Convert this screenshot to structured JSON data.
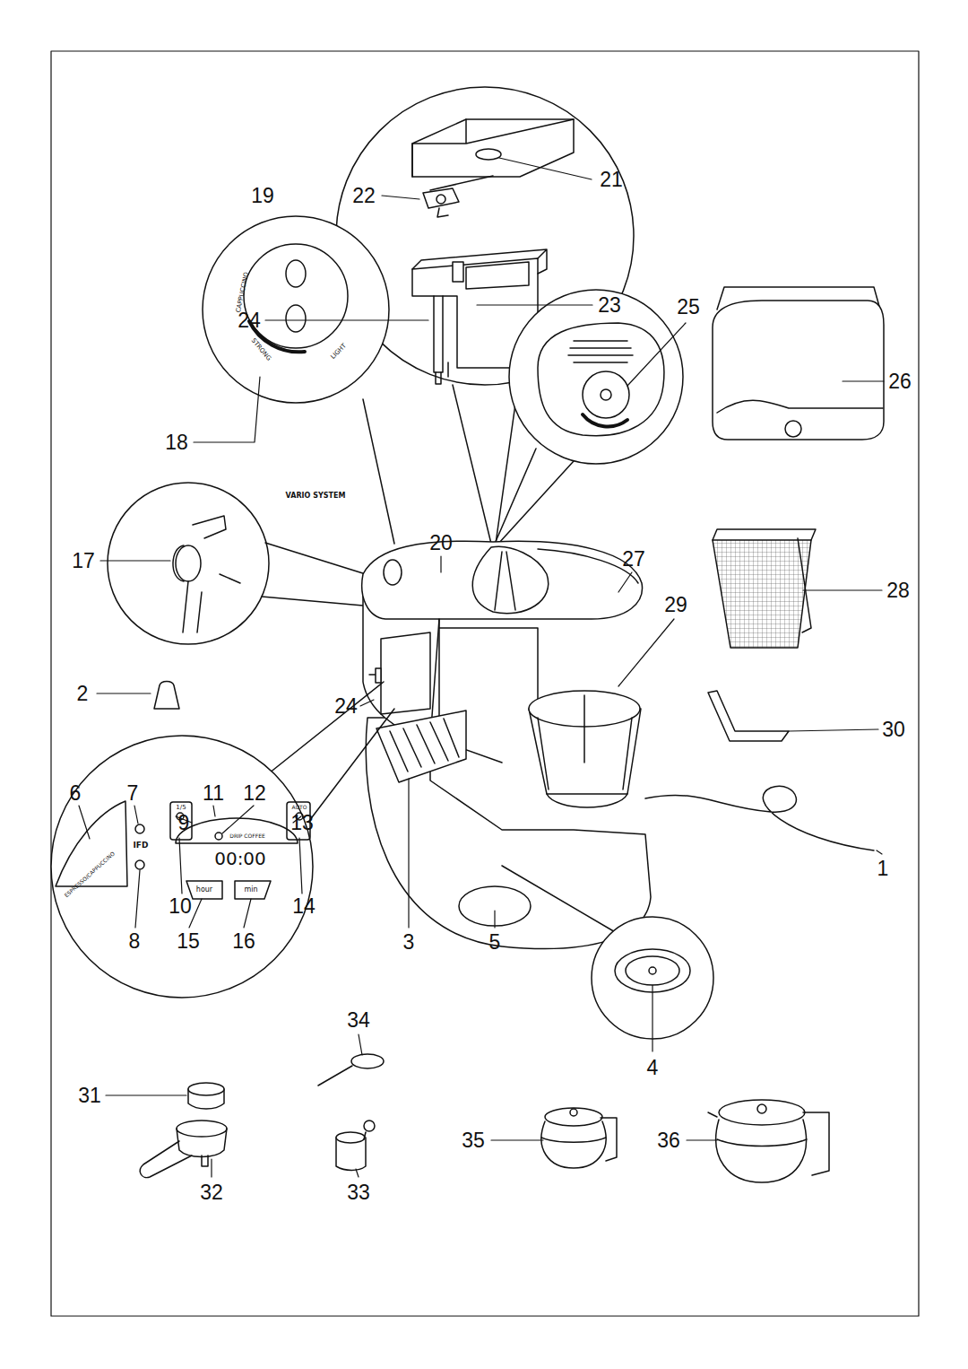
{
  "diagram": {
    "labels": [
      "19",
      "22",
      "21",
      "24",
      "23",
      "25",
      "26",
      "18",
      "VARIO SYSTEM",
      "CAPPUCCINO",
      "STRONG",
      "LIGHT",
      "20",
      "17",
      "27",
      "29",
      "28",
      "2",
      "24",
      "30",
      "6",
      "7",
      "11",
      "12",
      "9",
      "13",
      "IFD",
      "DRIP COFFEE",
      "1/5",
      "00:00",
      "AUTO",
      "ESPRESSO/CAPPUCCINO",
      "hour",
      "min",
      "10",
      "14",
      "1",
      "8",
      "15",
      "16",
      "3",
      "5",
      "34",
      "4",
      "31",
      "35",
      "36",
      "32",
      "33"
    ]
  }
}
